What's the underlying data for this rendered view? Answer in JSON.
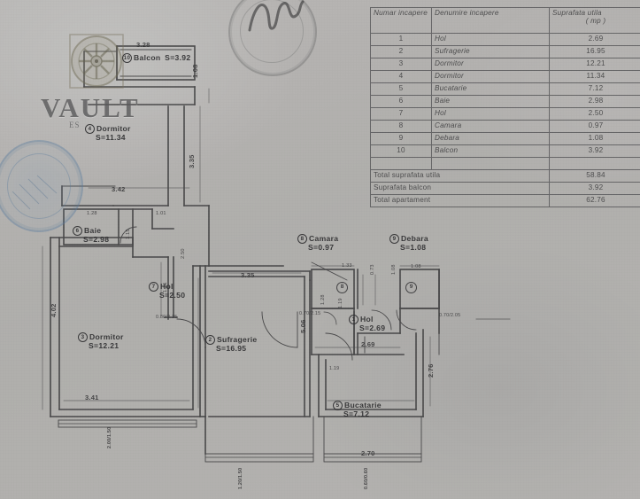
{
  "document": {
    "type": "floor-plan",
    "watermark": "VAULT",
    "watermark_sub": "ES"
  },
  "table": {
    "headers": {
      "number": "Numar incapere",
      "name": "Denumire incapere",
      "area": "Suprafata utila",
      "area_unit": "( mp )"
    },
    "rows": [
      {
        "num": "1",
        "name": "Hol",
        "area": "2.69"
      },
      {
        "num": "2",
        "name": "Sufragerie",
        "area": "16.95"
      },
      {
        "num": "3",
        "name": "Dormitor",
        "area": "12.21"
      },
      {
        "num": "4",
        "name": "Dormitor",
        "area": "11.34"
      },
      {
        "num": "5",
        "name": "Bucatarie",
        "area": "7.12"
      },
      {
        "num": "6",
        "name": "Baie",
        "area": "2.98"
      },
      {
        "num": "7",
        "name": "Hol",
        "area": "2.50"
      },
      {
        "num": "8",
        "name": "Camara",
        "area": "0.97"
      },
      {
        "num": "9",
        "name": "Debara",
        "area": "1.08"
      },
      {
        "num": "10",
        "name": "Balcon",
        "area": "3.92"
      }
    ],
    "totals": [
      {
        "label": "Total suprafata utila",
        "value": "58.84"
      },
      {
        "label": "Suprafata    balcon",
        "value": "3.92"
      },
      {
        "label": "Total apartament",
        "value": "62.76"
      }
    ]
  },
  "rooms": [
    {
      "num": "10",
      "name": "Balcon",
      "area": "S=3.92"
    },
    {
      "num": "4",
      "name": "Dormitor",
      "area": "S=11.34"
    },
    {
      "num": "6",
      "name": "Baie",
      "area": "S=2.98"
    },
    {
      "num": "7",
      "name": "Hol",
      "area": "S=2.50"
    },
    {
      "num": "3",
      "name": "Dormitor",
      "area": "S=12.21"
    },
    {
      "num": "2",
      "name": "Sufragerie",
      "area": "S=16.95"
    },
    {
      "num": "8",
      "name": "Camara",
      "area": "S=0.97"
    },
    {
      "num": "9",
      "name": "Debara",
      "area": "S=1.08"
    },
    {
      "num": "1",
      "name": "Hol",
      "area": "S=2.69"
    },
    {
      "num": "5",
      "name": "Bucatarie",
      "area": "S=7.12"
    }
  ],
  "markers": [
    {
      "num": "8"
    },
    {
      "num": "9"
    }
  ],
  "dimensions": {
    "balcon_top": "3.28",
    "balcon_right": "1.08",
    "dormitor4_right": "3.35",
    "upper_left_run": "3.42",
    "baie_w": "1.28",
    "baie_r": "1.01",
    "baie_small": "1.15",
    "hol7_v": "2.50",
    "hol7_w": "1.21",
    "sufragerie_top": "3.35",
    "sufragerie_v": "5.06",
    "dormitor3_left": "4.02",
    "dormitor3_bottom": "3.41",
    "dormitor3_door": "2.00/1.50",
    "camara_w": "1.33",
    "camara_h": "0.73",
    "debara_w": "1.08",
    "debara_h": "1.08",
    "hol1_w": "2.69",
    "hol1_v": "1.28",
    "bucatarie_w": "2.70",
    "bucatarie_h": "2.76",
    "bucatarie_door": "1.19",
    "door_small_a": "0.80/2.15",
    "door_small_b": "0.70/2.15",
    "door_small_c": "0.70/2.05",
    "window_bottom_a": "2.00/1.50",
    "window_bottom_b": "1.20/1.50",
    "window_bottom_c": "0.60/0.60"
  }
}
